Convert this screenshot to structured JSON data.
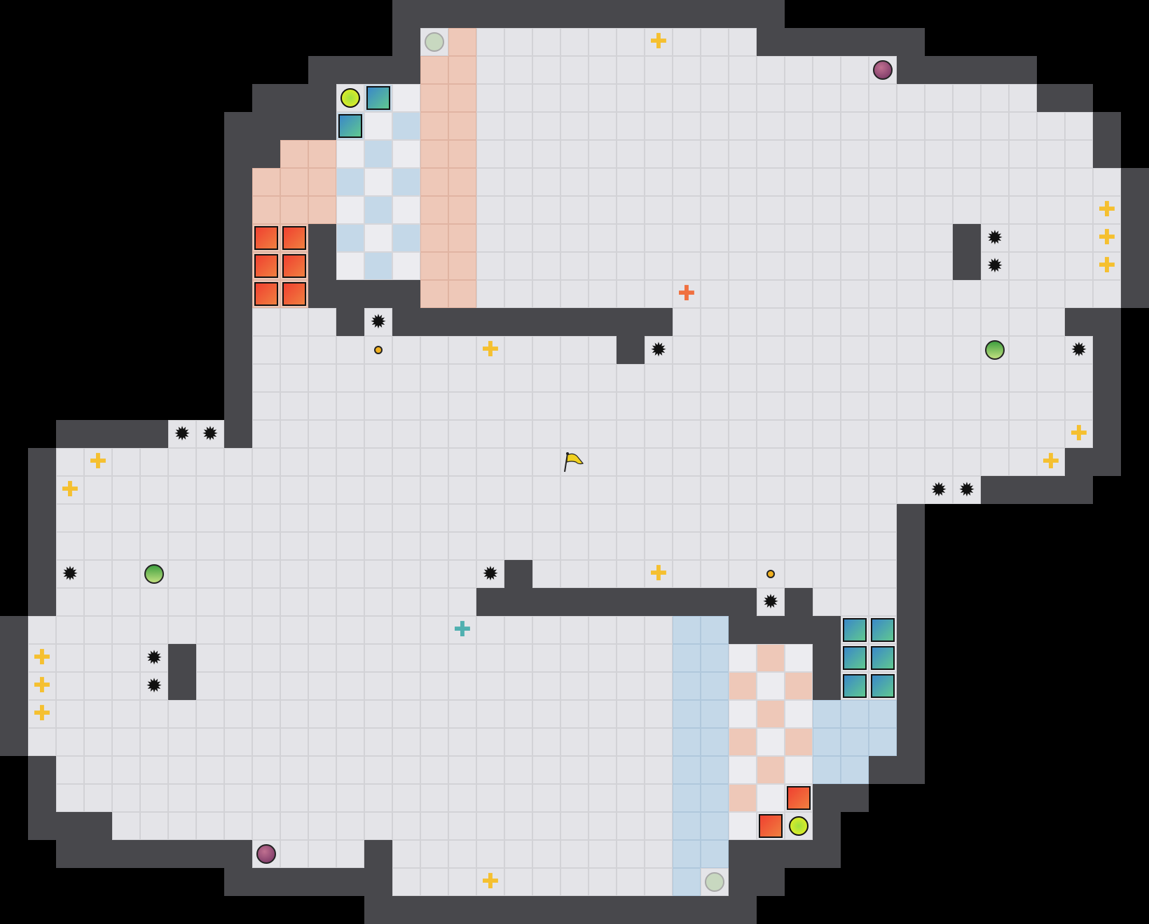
{
  "map": {
    "colors": {
      "void": "#000000",
      "wall": "#48484c",
      "floor": "#e4e4e8",
      "red_zone": "#eec8b8",
      "blue_zone": "#c4d8e8",
      "boost": "#f5c030",
      "red_boost": "#f07040",
      "blue_boost": "#50b0b0",
      "flag": "#f0d020"
    },
    "entity_types": [
      "yellow-flag",
      "boost",
      "red-team-boost",
      "blue-team-boost",
      "spike",
      "bomb-ball",
      "yellow-powerup",
      "green-powerup",
      "inactive-portal",
      "red-gate-box",
      "blue-gate-box",
      "button"
    ]
  }
}
